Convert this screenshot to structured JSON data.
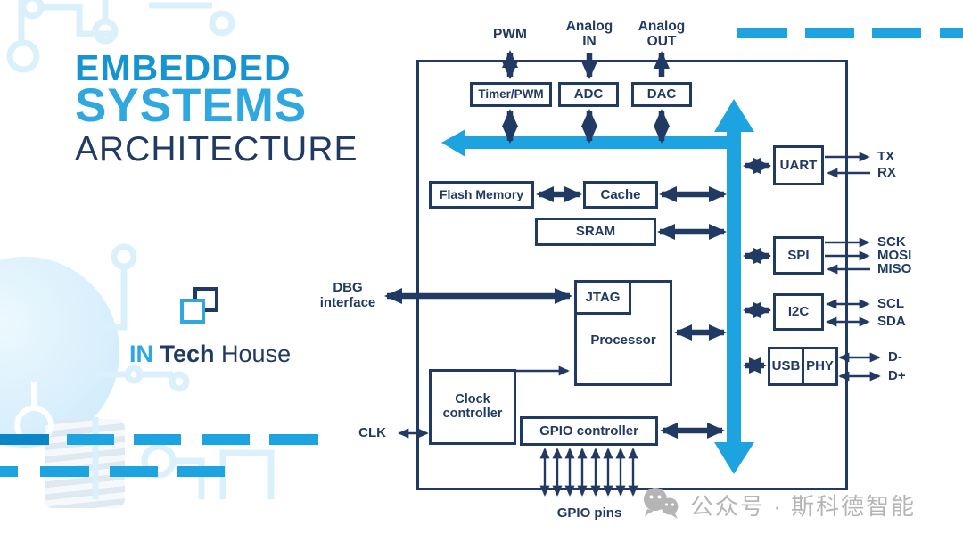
{
  "title": {
    "line1": "EMBEDDED",
    "line2": "SYSTEMS",
    "line3": "ARCHITECTURE"
  },
  "logo": {
    "word1": "IN",
    "word2": "Tech",
    "word3": "House"
  },
  "diagram": {
    "blocks": {
      "timer_pwm": "Timer/PWM",
      "adc": "ADC",
      "dac": "DAC",
      "flash": "Flash Memory",
      "cache": "Cache",
      "sram": "SRAM",
      "jtag": "JTAG",
      "processor": "Processor",
      "clock_line1": "Clock",
      "clock_line2": "controller",
      "gpio": "GPIO controller",
      "uart": "UART",
      "spi": "SPI",
      "i2c": "I2C",
      "usb": "USB",
      "phy": "PHY"
    },
    "ports": {
      "pwm": "PWM",
      "analog_in_line1": "Analog",
      "analog_in_line2": "IN",
      "analog_out_line1": "Analog",
      "analog_out_line2": "OUT",
      "dbg_line1": "DBG",
      "dbg_line2": "interface",
      "clk": "CLK",
      "gpio_pins": "GPIO pins",
      "tx": "TX",
      "rx": "RX",
      "sck": "SCK",
      "mosi": "MOSI",
      "miso": "MISO",
      "scl": "SCL",
      "sda": "SDA",
      "d_minus": "D-",
      "d_plus": "D+"
    }
  },
  "watermark": {
    "text": "公众号 · 斯科德智能"
  },
  "colors": {
    "navy": "#203a63",
    "accent": "#1da3e0",
    "title_primary": "#1693d1",
    "title_secondary": "#2fa8e1",
    "pale": "#daf0fb",
    "watermark_gray": "#b5b5b5",
    "dash_dark": "#0c85c6"
  }
}
